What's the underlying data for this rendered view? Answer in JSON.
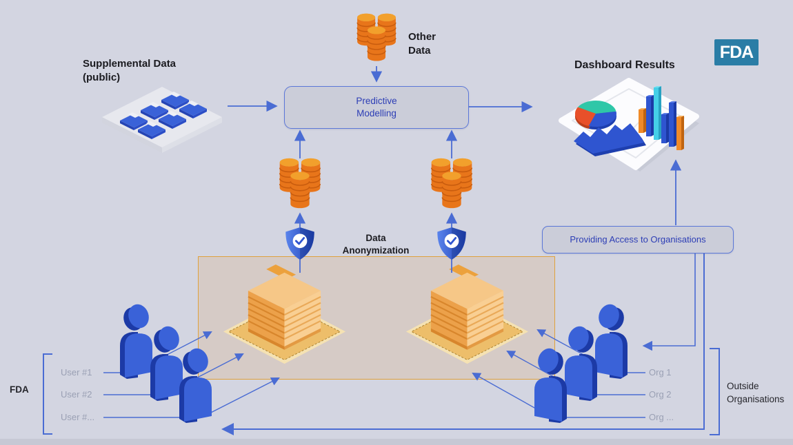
{
  "colors": {
    "background": "#d3d5e1",
    "accent_blue": "#4a6cd3",
    "box_fill": "#cbcdd9",
    "box_border": "#5b77d8",
    "box_text": "#2c3db5",
    "orange_region_border": "#dfa13c",
    "database_orange": "#e8751a",
    "people_blue": "#3a62d8",
    "dark_text": "#1b1b20",
    "muted_text": "#9aa0b4",
    "fda_logo_bg": "#2a7da6"
  },
  "fda_logo": {
    "text": "FDA"
  },
  "nodes": {
    "supplemental_data": {
      "title": "Supplemental Data",
      "subtitle": "(public)"
    },
    "other_data": {
      "line1": "Other",
      "line2": "Data"
    },
    "predictive_modelling": {
      "line1": "Predictive",
      "line2": "Modelling"
    },
    "dashboard_results": {
      "title": "Dashboard Results"
    },
    "data_anonymization": {
      "line1": "Data",
      "line2": "Anonymization"
    },
    "providing_access": {
      "label": "Providing Access to Organisations"
    }
  },
  "left_group": {
    "bracket_label": "FDA",
    "items": [
      {
        "label": "User #1"
      },
      {
        "label": "User #2"
      },
      {
        "label": "User #..."
      }
    ]
  },
  "right_group": {
    "bracket_label_line1": "Outside",
    "bracket_label_line2": "Organisations",
    "items": [
      {
        "label": "Org 1"
      },
      {
        "label": "Org 2"
      },
      {
        "label": "Org ..."
      }
    ]
  },
  "flows": [
    {
      "from": "Supplemental Data (public)",
      "to": "Predictive Modelling"
    },
    {
      "from": "Other Data",
      "to": "Predictive Modelling"
    },
    {
      "from": "Anonymized database left",
      "to": "Predictive Modelling"
    },
    {
      "from": "Anonymized database right",
      "to": "Predictive Modelling"
    },
    {
      "from": "Data store left",
      "to": "Shield / database left"
    },
    {
      "from": "Data store right",
      "to": "Shield / database right"
    },
    {
      "from": "Predictive Modelling",
      "to": "Dashboard Results"
    },
    {
      "from": "Providing Access to Organisations",
      "to": "Dashboard Results"
    },
    {
      "from": "Providing Access to Organisations",
      "to": "Outside Organisations"
    },
    {
      "from": "FDA users",
      "to": "Data store left"
    },
    {
      "from": "Outside Organisations",
      "to": "Data store right"
    },
    {
      "from": "Outside Organisations",
      "to": "FDA users (return line)"
    }
  ]
}
